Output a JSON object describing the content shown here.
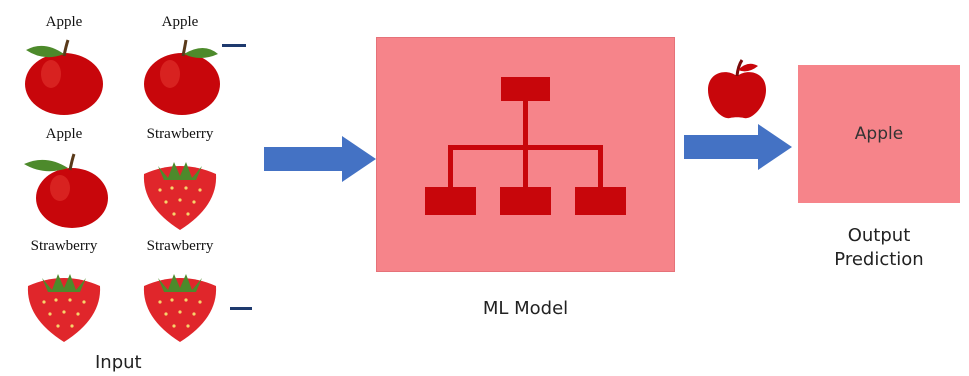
{
  "input": {
    "label": "Input",
    "samples": [
      {
        "label": "Apple",
        "fruit": "apple"
      },
      {
        "label": "Apple",
        "fruit": "apple"
      },
      {
        "label": "Apple",
        "fruit": "apple"
      },
      {
        "label": "Strawberry",
        "fruit": "strawberry"
      },
      {
        "label": "Strawberry",
        "fruit": "strawberry"
      },
      {
        "label": "Strawberry",
        "fruit": "strawberry"
      }
    ]
  },
  "model": {
    "label": "ML Model",
    "icon": "hierarchy-icon",
    "color": "#f6848a",
    "icon_color": "#c8060b"
  },
  "output": {
    "prediction": "Apple",
    "caption_line1": "Output",
    "caption_line2": "Prediction",
    "icon": "apple-icon"
  },
  "colors": {
    "arrow": "#4472c4",
    "apple": "#c8060b",
    "strawberry": "#e0262b",
    "leaf": "#4d8a2b",
    "dash": "#1e3a6e"
  }
}
